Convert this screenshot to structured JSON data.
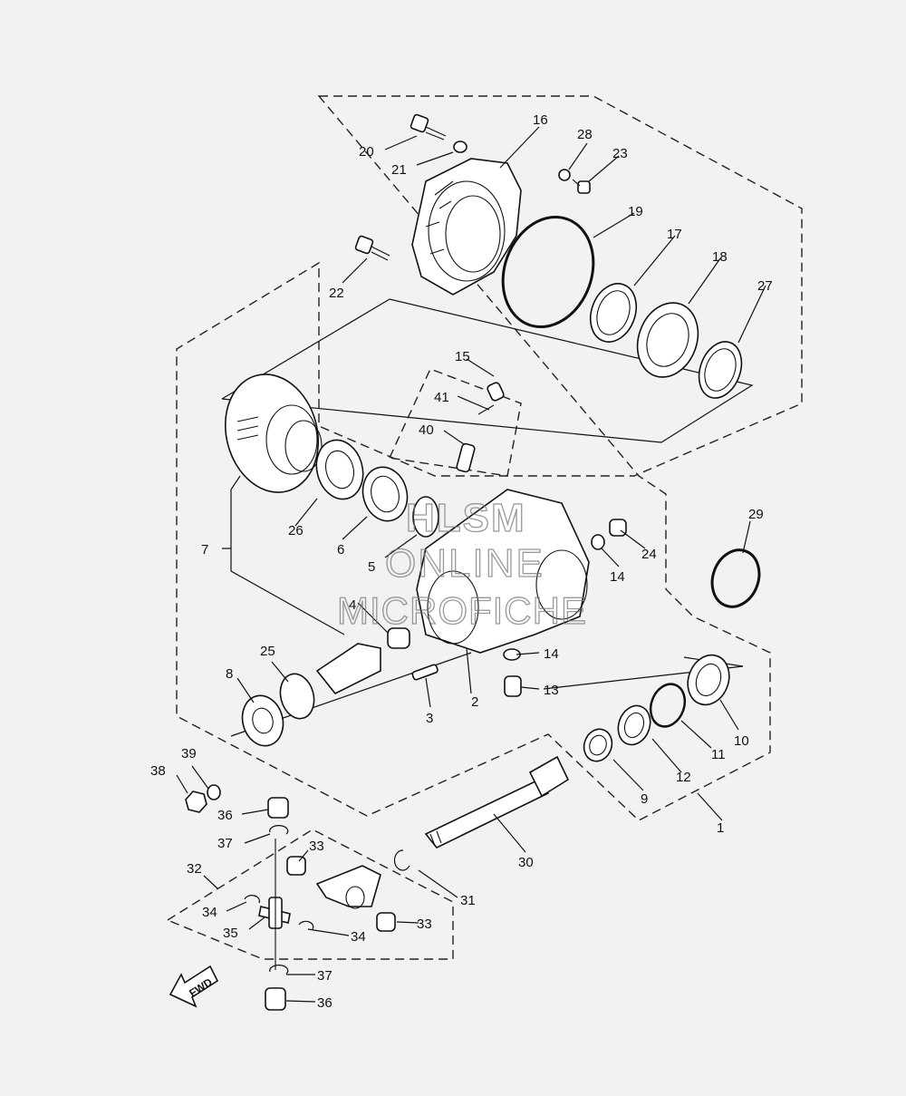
{
  "watermark": {
    "line1": "HLSM",
    "line2": "ONLINE",
    "line3": "MICROFICHE"
  },
  "fwd_label": "FWD",
  "callouts": [
    {
      "id": "c1",
      "text": "1"
    },
    {
      "id": "c2",
      "text": "2"
    },
    {
      "id": "c3",
      "text": "3"
    },
    {
      "id": "c4",
      "text": "4"
    },
    {
      "id": "c5",
      "text": "5"
    },
    {
      "id": "c6",
      "text": "6"
    },
    {
      "id": "c7",
      "text": "7"
    },
    {
      "id": "c8",
      "text": "8"
    },
    {
      "id": "c9",
      "text": "9"
    },
    {
      "id": "c10",
      "text": "10"
    },
    {
      "id": "c11",
      "text": "11"
    },
    {
      "id": "c12",
      "text": "12"
    },
    {
      "id": "c13",
      "text": "13"
    },
    {
      "id": "c14a",
      "text": "14"
    },
    {
      "id": "c14b",
      "text": "14"
    },
    {
      "id": "c15",
      "text": "15"
    },
    {
      "id": "c16",
      "text": "16"
    },
    {
      "id": "c17",
      "text": "17"
    },
    {
      "id": "c18",
      "text": "18"
    },
    {
      "id": "c19",
      "text": "19"
    },
    {
      "id": "c20",
      "text": "20"
    },
    {
      "id": "c21",
      "text": "21"
    },
    {
      "id": "c22",
      "text": "22"
    },
    {
      "id": "c23",
      "text": "23"
    },
    {
      "id": "c24",
      "text": "24"
    },
    {
      "id": "c25",
      "text": "25"
    },
    {
      "id": "c26",
      "text": "26"
    },
    {
      "id": "c27",
      "text": "27"
    },
    {
      "id": "c28",
      "text": "28"
    },
    {
      "id": "c29",
      "text": "29"
    },
    {
      "id": "c30",
      "text": "30"
    },
    {
      "id": "c31",
      "text": "31"
    },
    {
      "id": "c32",
      "text": "32"
    },
    {
      "id": "c33a",
      "text": "33"
    },
    {
      "id": "c33b",
      "text": "33"
    },
    {
      "id": "c34a",
      "text": "34"
    },
    {
      "id": "c34b",
      "text": "34"
    },
    {
      "id": "c35",
      "text": "35"
    },
    {
      "id": "c36a",
      "text": "36"
    },
    {
      "id": "c36b",
      "text": "36"
    },
    {
      "id": "c37a",
      "text": "37"
    },
    {
      "id": "c37b",
      "text": "37"
    },
    {
      "id": "c38",
      "text": "38"
    },
    {
      "id": "c39",
      "text": "39"
    },
    {
      "id": "c40",
      "text": "40"
    },
    {
      "id": "c41",
      "text": "41"
    }
  ]
}
